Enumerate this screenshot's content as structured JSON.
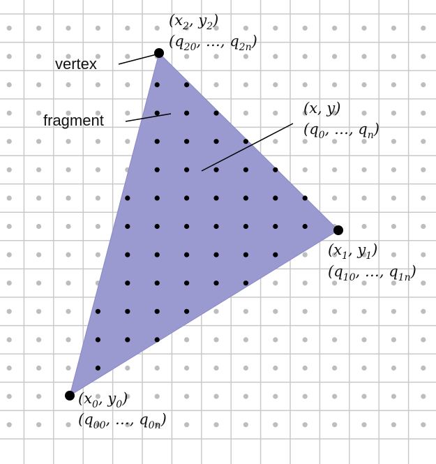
{
  "colors": {
    "background": "#ffffff",
    "grid_line": "#c9c9c9",
    "grid_dot": "#bdbdbd",
    "triangle_fill": "#9a9ad0",
    "triangle_edge": "#8787c6",
    "fragment_dot": "#000000",
    "vertex_dot": "#000000",
    "leader_line": "#000000"
  },
  "labels": {
    "vertex": "vertex",
    "fragment": "fragment"
  },
  "vertices": {
    "v0": {
      "name": "(x0, y0)",
      "attrs": "(q00, …, q0n)"
    },
    "v1": {
      "name": "(x1, y1)",
      "attrs": "(q10, …, q1n)"
    },
    "v2": {
      "name": "(x2, y2)",
      "attrs": "(q20, …, q2n)"
    }
  },
  "interior_point": {
    "name": "(x, y)",
    "attrs": "(q0, …, qn)"
  },
  "parts": {
    "lp": "(",
    "rp": ")",
    "comma": ", ",
    "ellipsis": "…",
    "x": "x",
    "y": "y",
    "q": "q",
    "s0": "0",
    "s1": "1",
    "s2": "2",
    "sn": "n",
    "s00": "00",
    "s0n": "0n",
    "s10": "10",
    "s1n": "1n",
    "s20": "20",
    "s2n": "2n"
  }
}
